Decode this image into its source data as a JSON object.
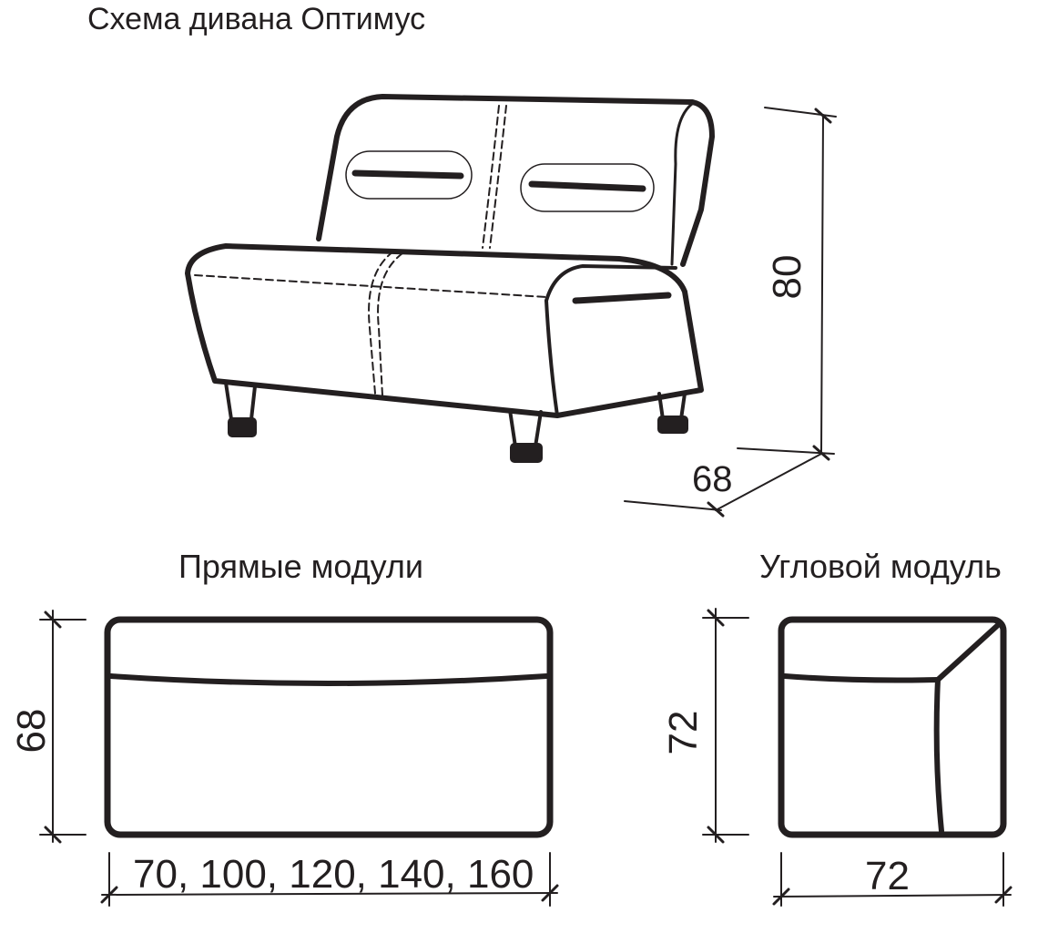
{
  "title": "Схема дивана Оптимус",
  "sofa": {
    "height_dim": "80",
    "depth_dim": "68"
  },
  "straight_modules": {
    "label": "Прямые модули",
    "depth_dim": "68",
    "widths_dim": "70, 100, 120, 140, 160"
  },
  "corner_module": {
    "label": "Угловой модуль",
    "depth_dim": "72",
    "width_dim": "72"
  },
  "colors": {
    "line": "#231f20",
    "background": "#ffffff"
  }
}
